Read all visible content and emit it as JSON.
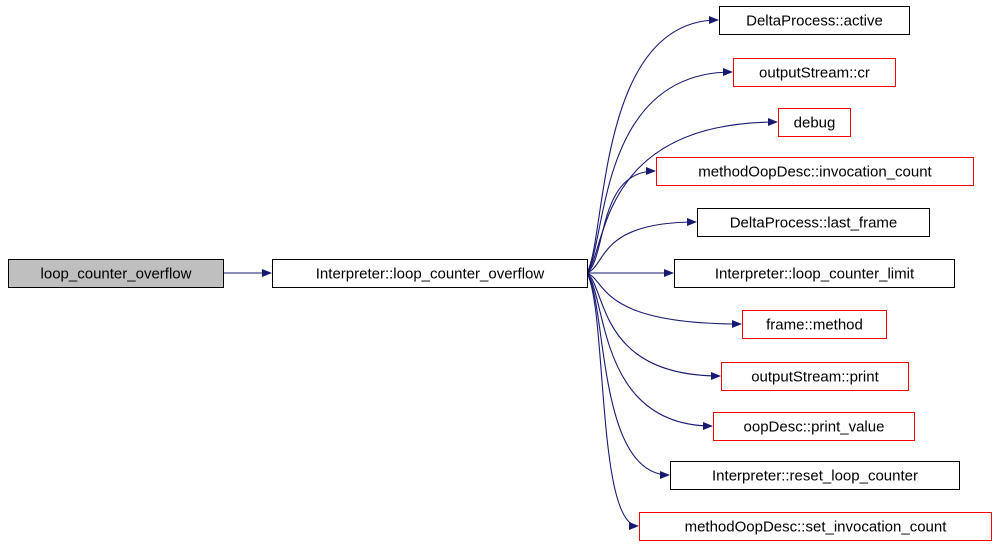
{
  "diagram": {
    "colors": {
      "edge": "#191970",
      "root_fill": "#bfbfbf",
      "node_fill": "#ffffff",
      "border_default": "#000000",
      "border_incomplete": "#ff0000"
    },
    "nodes": [
      {
        "id": "root",
        "label": "loop_counter_overflow",
        "style": "root"
      },
      {
        "id": "main",
        "label": "Interpreter::loop_counter_overflow",
        "style": "default"
      },
      {
        "id": "c1",
        "label": "DeltaProcess::active",
        "style": "default"
      },
      {
        "id": "c2",
        "label": "outputStream::cr",
        "style": "incomplete"
      },
      {
        "id": "c3",
        "label": "debug",
        "style": "incomplete"
      },
      {
        "id": "c4",
        "label": "methodOopDesc::invocation_count",
        "style": "incomplete"
      },
      {
        "id": "c5",
        "label": "DeltaProcess::last_frame",
        "style": "default"
      },
      {
        "id": "c6",
        "label": "Interpreter::loop_counter_limit",
        "style": "default"
      },
      {
        "id": "c7",
        "label": "frame::method",
        "style": "incomplete"
      },
      {
        "id": "c8",
        "label": "outputStream::print",
        "style": "incomplete"
      },
      {
        "id": "c9",
        "label": "oopDesc::print_value",
        "style": "incomplete"
      },
      {
        "id": "c10",
        "label": "Interpreter::reset_loop_counter",
        "style": "default"
      },
      {
        "id": "c11",
        "label": "methodOopDesc::set_invocation_count",
        "style": "incomplete"
      }
    ],
    "edges": [
      {
        "from": "root",
        "to": "main"
      },
      {
        "from": "main",
        "to": "c1"
      },
      {
        "from": "main",
        "to": "c2"
      },
      {
        "from": "main",
        "to": "c3"
      },
      {
        "from": "main",
        "to": "c4"
      },
      {
        "from": "main",
        "to": "c5"
      },
      {
        "from": "main",
        "to": "c6"
      },
      {
        "from": "main",
        "to": "c7"
      },
      {
        "from": "main",
        "to": "c8"
      },
      {
        "from": "main",
        "to": "c9"
      },
      {
        "from": "main",
        "to": "c10"
      },
      {
        "from": "main",
        "to": "c11"
      }
    ]
  }
}
